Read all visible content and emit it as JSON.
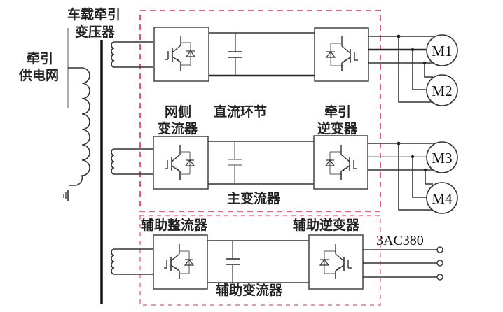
{
  "labels": {
    "transformer": [
      "车载牵引",
      "变压器"
    ],
    "grid": [
      "牵引",
      "供电网"
    ],
    "grid_converter": [
      "网侧",
      "变流器"
    ],
    "dc_link": "直流环节",
    "traction_inverter": [
      "牵引",
      "逆变器"
    ],
    "main_converter": "主变流器",
    "aux_rectifier": "辅助整流器",
    "aux_inverter": "辅助逆变器",
    "aux_converter": "辅助变流器",
    "aux_output": "3AC380"
  },
  "motors": [
    "M1",
    "M2",
    "M3",
    "M4"
  ],
  "colors": {
    "line": "#333333",
    "dashed_boundary": "#e0304a",
    "background": "#ffffff"
  }
}
